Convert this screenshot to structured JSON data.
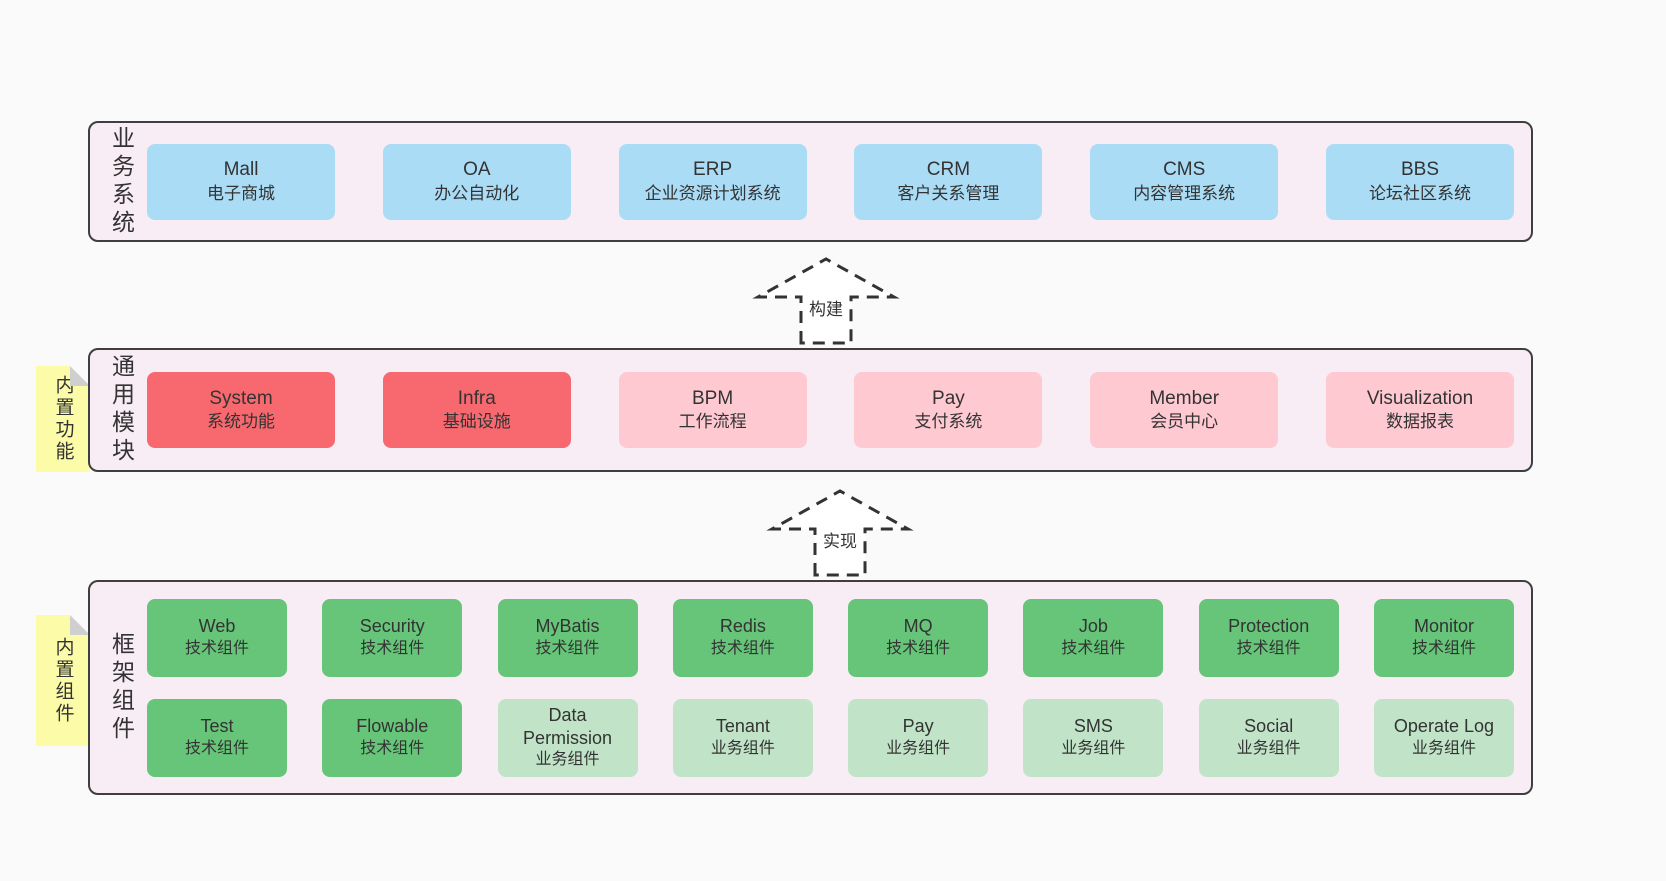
{
  "colors": {
    "page_bg": "#fafafa",
    "band_bg": "#f8edf5",
    "band_border": "#3f3f3f",
    "blue_box": "#aadcf5",
    "red_box": "#f7696f",
    "pink_box": "#ffc9d2",
    "green_box": "#66c578",
    "light_green_box": "#c1e4c8",
    "sticky_yellow": "#fbfba8",
    "text": "#333333"
  },
  "arrows": [
    {
      "label": "构建"
    },
    {
      "label": "实现"
    }
  ],
  "bands": [
    {
      "label": "业务系统",
      "boxes": [
        {
          "en": "Mall",
          "zh": "电子商城"
        },
        {
          "en": "OA",
          "zh": "办公自动化"
        },
        {
          "en": "ERP",
          "zh": "企业资源计划系统"
        },
        {
          "en": "CRM",
          "zh": "客户关系管理"
        },
        {
          "en": "CMS",
          "zh": "内容管理系统"
        },
        {
          "en": "BBS",
          "zh": "论坛社区系统"
        }
      ]
    },
    {
      "label": "通用模块",
      "sticky": "内置功能",
      "boxes": [
        {
          "en": "System",
          "zh": "系统功能"
        },
        {
          "en": "Infra",
          "zh": "基础设施"
        },
        {
          "en": "BPM",
          "zh": "工作流程"
        },
        {
          "en": "Pay",
          "zh": "支付系统"
        },
        {
          "en": "Member",
          "zh": "会员中心"
        },
        {
          "en": "Visualization",
          "zh": "数据报表"
        }
      ]
    },
    {
      "label": "框架组件",
      "sticky": "内置组件",
      "rows": [
        [
          {
            "en": "Web",
            "zh": "技术组件"
          },
          {
            "en": "Security",
            "zh": "技术组件"
          },
          {
            "en": "MyBatis",
            "zh": "技术组件"
          },
          {
            "en": "Redis",
            "zh": "技术组件"
          },
          {
            "en": "MQ",
            "zh": "技术组件"
          },
          {
            "en": "Job",
            "zh": "技术组件"
          },
          {
            "en": "Protection",
            "zh": "技术组件"
          },
          {
            "en": "Monitor",
            "zh": "技术组件"
          }
        ],
        [
          {
            "en": "Test",
            "zh": "技术组件"
          },
          {
            "en": "Flowable",
            "zh": "技术组件"
          },
          {
            "en": "Data Permission",
            "zh": "业务组件"
          },
          {
            "en": "Tenant",
            "zh": "业务组件"
          },
          {
            "en": "Pay",
            "zh": "业务组件"
          },
          {
            "en": "SMS",
            "zh": "业务组件"
          },
          {
            "en": "Social",
            "zh": "业务组件"
          },
          {
            "en": "Operate Log",
            "zh": "业务组件"
          }
        ]
      ]
    }
  ]
}
